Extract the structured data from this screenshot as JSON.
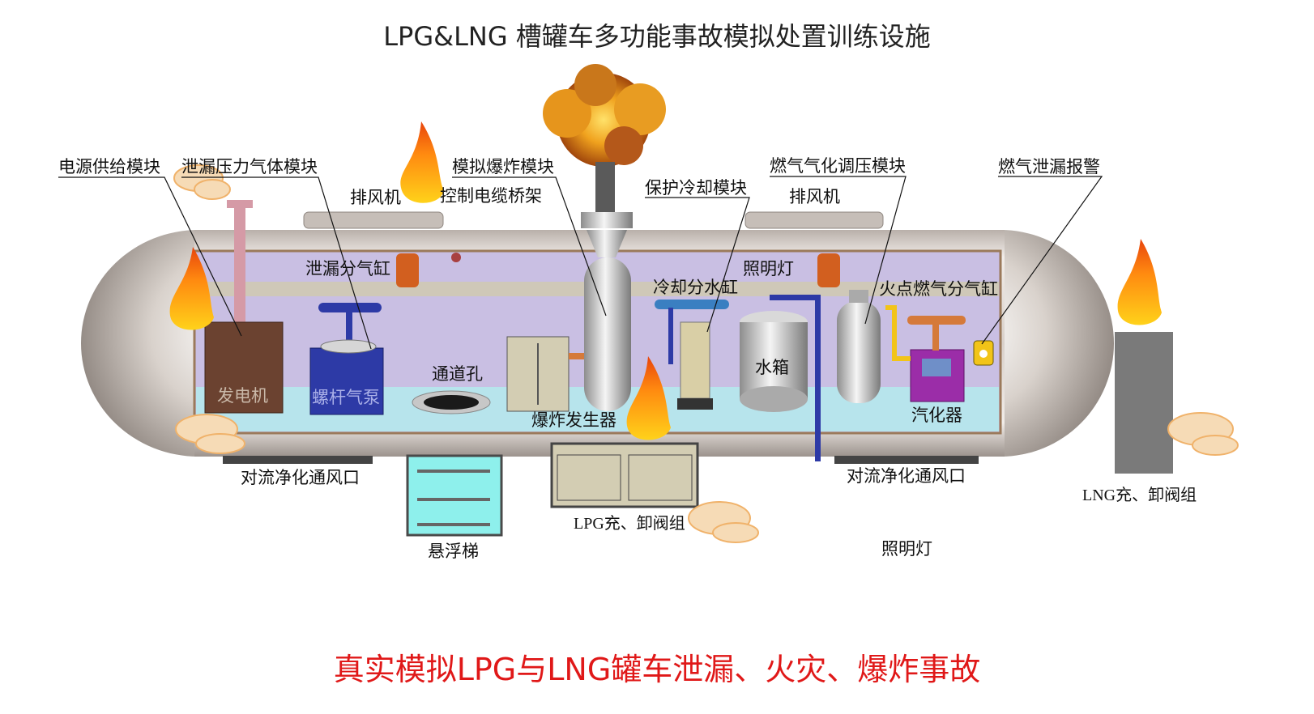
{
  "title": "LPG&LNG 槽罐车多功能事故模拟处置训练设施",
  "subtitle": "真实模拟LPG与LNG罐车泄漏、火灾、爆炸事故",
  "callouts": {
    "power_module": "电源供给模块",
    "leak_pressure_module": "泄漏压力气体模块",
    "explosion_module": "模拟爆炸模块",
    "protect_cool_module": "保护冷却模块",
    "gas_regulate_module": "燃气气化调压模块",
    "gas_leak_alarm": "燃气泄漏报警"
  },
  "labels": {
    "exhaust_fan_left": "排风机",
    "cable_tray": "控制电缆桥架",
    "exhaust_fan_right": "排风机",
    "leak_manifold": "泄漏分气缸",
    "lighting_inner": "照明灯",
    "cooling_manifold": "冷却分水缸",
    "ignition_manifold": "火点燃气分气缸",
    "generator": "发电机",
    "screw_pump": "螺杆气泵",
    "manhole": "通道孔",
    "explosion_generator": "爆炸发生器",
    "water_tank": "水箱",
    "vaporizer": "汽化器",
    "vent_left": "对流净化通风口",
    "vent_right": "对流净化通风口",
    "ladder": "悬浮梯",
    "lpg_valves": "LPG充、卸阀组",
    "lng_valves": "LNG充、卸阀组",
    "lighting_outer": "照明灯"
  }
}
